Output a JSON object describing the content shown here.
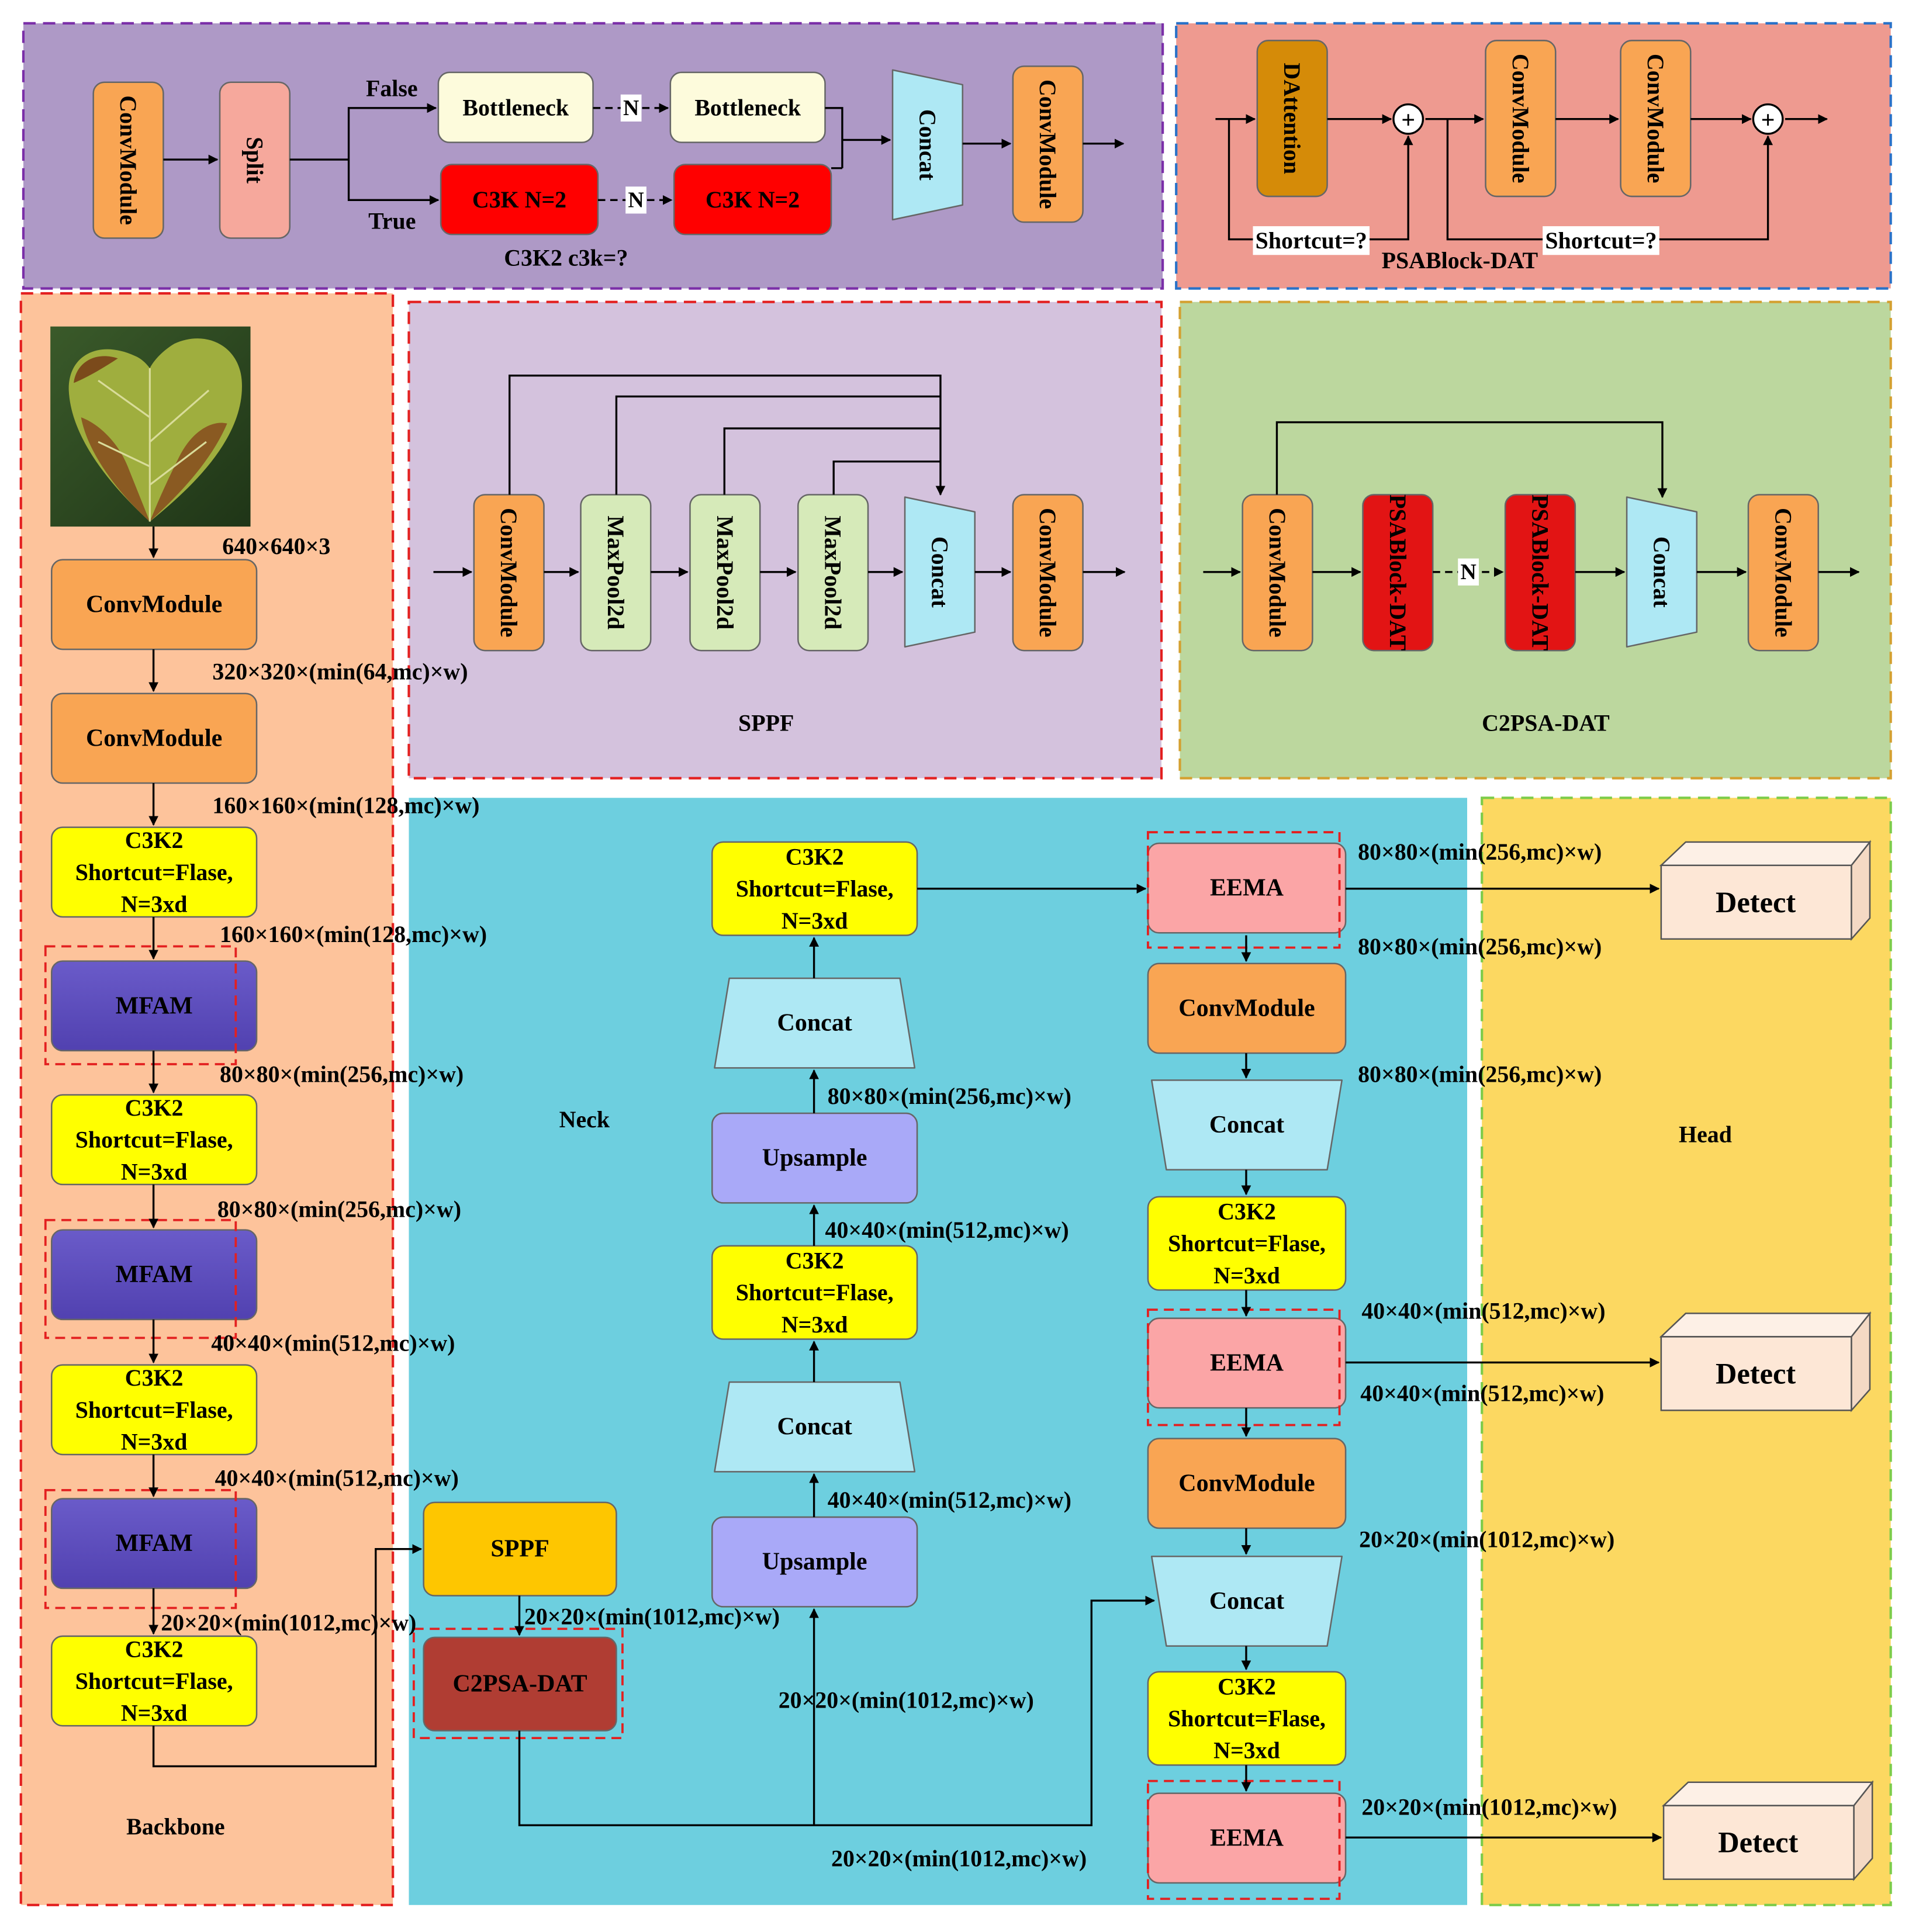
{
  "panels": {
    "c3k2_caption": "C3K2 c3k=?",
    "psablock_caption": "PSABlock-DAT",
    "sppf_caption": "SPPF",
    "c2psa_caption": "C2PSA-DAT",
    "backbone_caption": "Backbone",
    "neck_caption": "Neck",
    "head_caption": "Head"
  },
  "c3k2_detail": {
    "conv_in": "ConvModule",
    "split": "Split",
    "false_label": "False",
    "true_label": "True",
    "bottleneck_a": "Bottleneck",
    "bottleneck_b": "Bottleneck",
    "c3k_a": "C3K N=2",
    "c3k_b": "C3K N=2",
    "n_marker_top": "N",
    "n_marker_bottom": "N",
    "concat": "Concat",
    "conv_out": "ConvModule"
  },
  "psablock_detail": {
    "dattention": "DAttention",
    "conv_a": "ConvModule",
    "conv_b": "ConvModule",
    "shortcut_a": "Shortcut=?",
    "shortcut_b": "Shortcut=?",
    "plus": "+"
  },
  "sppf_detail": {
    "conv_in": "ConvModule",
    "maxpool_1": "MaxPool2d",
    "maxpool_2": "MaxPool2d",
    "maxpool_3": "MaxPool2d",
    "concat": "Concat",
    "conv_out": "ConvModule"
  },
  "c2psa_detail": {
    "conv_in": "ConvModule",
    "psa_1": "PSABlock-DAT",
    "psa_2": "PSABlock-DAT",
    "n_marker": "N",
    "concat": "Concat",
    "conv_out": "ConvModule"
  },
  "backbone": {
    "input_dim": "640×640×3",
    "conv_1": "ConvModule",
    "dim_1": "320×320×(min(64,mc)×w)",
    "conv_2": "ConvModule",
    "dim_2": "160×160×(min(128,mc)×w)",
    "c3k2_1": [
      "C3K2",
      "Shortcut=Flase,",
      "N=3xd"
    ],
    "dim_3": "160×160×(min(128,mc)×w)",
    "mfam_1": "MFAM",
    "dim_4": "80×80×(min(256,mc)×w)",
    "c3k2_2": [
      "C3K2",
      "Shortcut=Flase,",
      "N=3xd"
    ],
    "dim_5": "80×80×(min(256,mc)×w)",
    "mfam_2": "MFAM",
    "dim_6": "40×40×(min(512,mc)×w)",
    "c3k2_3": [
      "C3K2",
      "Shortcut=Flase,",
      "N=3xd"
    ],
    "dim_7": "40×40×(min(512,mc)×w)",
    "mfam_3": "MFAM",
    "dim_8": "20×20×(min(1012,mc)×w)",
    "c3k2_4": [
      "C3K2",
      "Shortcut=Flase,",
      "N=3xd"
    ]
  },
  "neck": {
    "sppf": "SPPF",
    "dim_sppf": "20×20×(min(1012,mc)×w)",
    "c2psa": "C2PSA-DAT",
    "dim_bottom_mid": "20×20×(min(1012,mc)×w)",
    "dim_bottom": "20×20×(min(1012,mc)×w)",
    "upsample_1": "Upsample",
    "dim_up1": "40×40×(min(512,mc)×w)",
    "concat_1": "Concat",
    "c3k2_up1": [
      "C3K2",
      "Shortcut=Flase,",
      "N=3xd"
    ],
    "dim_up2_in": "40×40×(min(512,mc)×w)",
    "upsample_2": "Upsample",
    "dim_up2": "80×80×(min(256,mc)×w)",
    "concat_2": "Concat",
    "c3k2_top": [
      "C3K2",
      "Shortcut=Flase,",
      "N=3xd"
    ],
    "eema_1": "EEMA",
    "dim_eema1_out": "80×80×(min(256,mc)×w)",
    "dim_eema1_down": "80×80×(min(256,mc)×w)",
    "conv_down1": "ConvModule",
    "dim_conv_down1": "80×80×(min(256,mc)×w)",
    "concat_3": "Concat",
    "c3k2_down1": [
      "C3K2",
      "Shortcut=Flase,",
      "N=3xd"
    ],
    "eema_2": "EEMA",
    "dim_eema2_in": "40×40×(min(512,mc)×w)",
    "dim_eema2_down": "40×40×(min(512,mc)×w)",
    "conv_down2": "ConvModule",
    "dim_conv_down2": "20×20×(min(1012,mc)×w)",
    "concat_4": "Concat",
    "c3k2_down2": [
      "C3K2",
      "Shortcut=Flase,",
      "N=3xd"
    ],
    "eema_3": "EEMA",
    "dim_eema3": "20×20×(min(1012,mc)×w)"
  },
  "head": {
    "detect_1": "Detect",
    "detect_2": "Detect",
    "detect_3": "Detect"
  },
  "colors": {
    "convmodule": "#f9a553",
    "split": "#f6a89c",
    "bottleneck": "#fdfbdc",
    "c3k": "#ff0000",
    "concat": "#aee8f4",
    "dattention": "#d58b08",
    "maxpool": "#d6eab9",
    "psablock": "#e21414",
    "c3k2": "#ffff00",
    "mfam": "#5a4abd",
    "sppf_block": "#fec600",
    "c2psa_block": "#b03d33",
    "upsample": "#a9a9f8",
    "eema": "#fba5a6",
    "detect": "#fde7d6"
  }
}
